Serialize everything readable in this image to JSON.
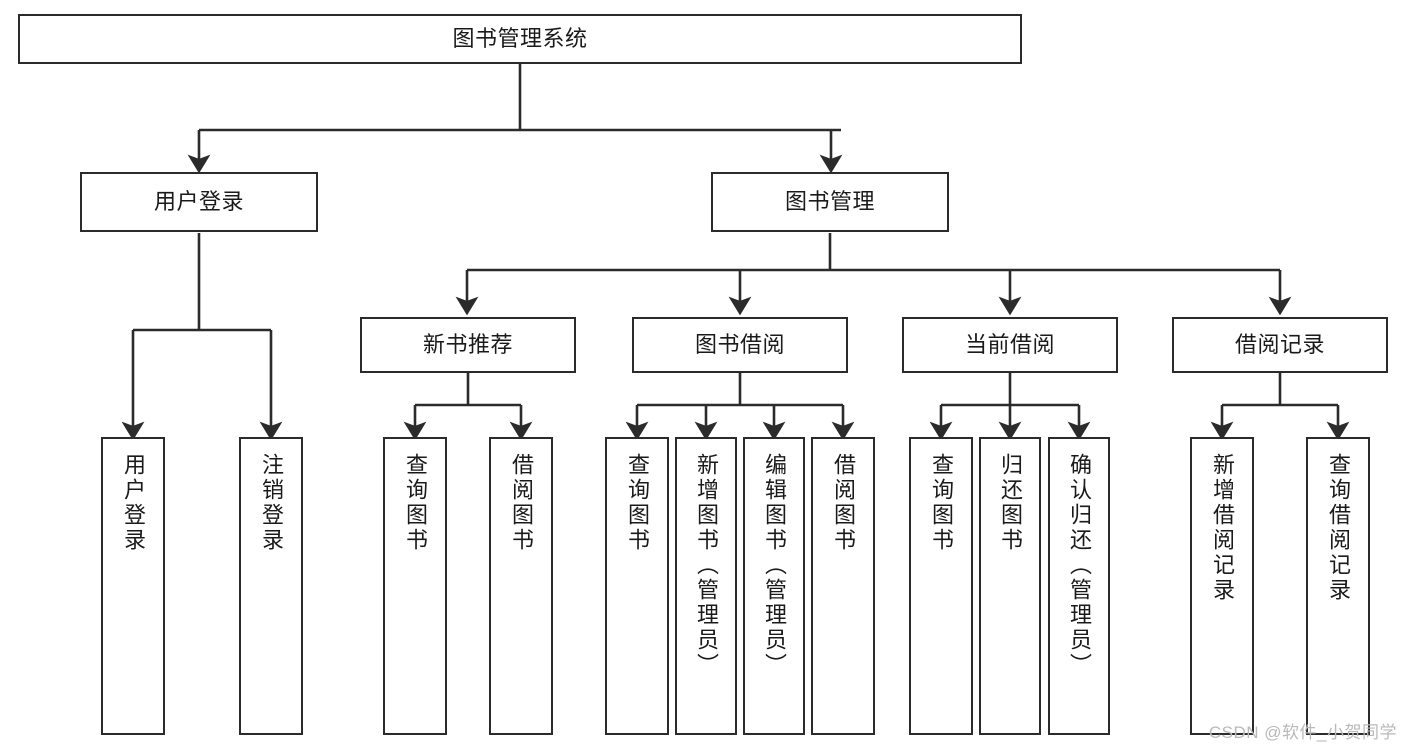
{
  "diagram": {
    "title": "图书管理系统",
    "watermark": "CSDN @软件_小贺同学",
    "root": {
      "label": "图书管理系统"
    },
    "level1": [
      {
        "label": "用户登录"
      },
      {
        "label": "图书管理"
      }
    ],
    "level2": [
      {
        "label": "新书推荐"
      },
      {
        "label": "图书借阅"
      },
      {
        "label": "当前借阅"
      },
      {
        "label": "借阅记录"
      }
    ],
    "leaves": {
      "user_login": [
        {
          "label": "用户登录"
        },
        {
          "label": "注销登录"
        }
      ],
      "new_book_recommend": [
        {
          "label": "查询图书"
        },
        {
          "label": "借阅图书"
        }
      ],
      "book_borrow": [
        {
          "label": "查询图书"
        },
        {
          "label": "新增图书（管理员）"
        },
        {
          "label": "编辑图书（管理员）"
        },
        {
          "label": "借阅图书"
        }
      ],
      "current_borrow": [
        {
          "label": "查询图书"
        },
        {
          "label": "归还图书"
        },
        {
          "label": "确认归还（管理员）"
        }
      ],
      "borrow_record": [
        {
          "label": "新增借阅记录"
        },
        {
          "label": "查询借阅记录"
        }
      ]
    },
    "colors": {
      "stroke": "#2b2b2b",
      "fill": "#ffffff",
      "text": "#1a1a1a",
      "watermark": "#b9b9b9"
    }
  }
}
